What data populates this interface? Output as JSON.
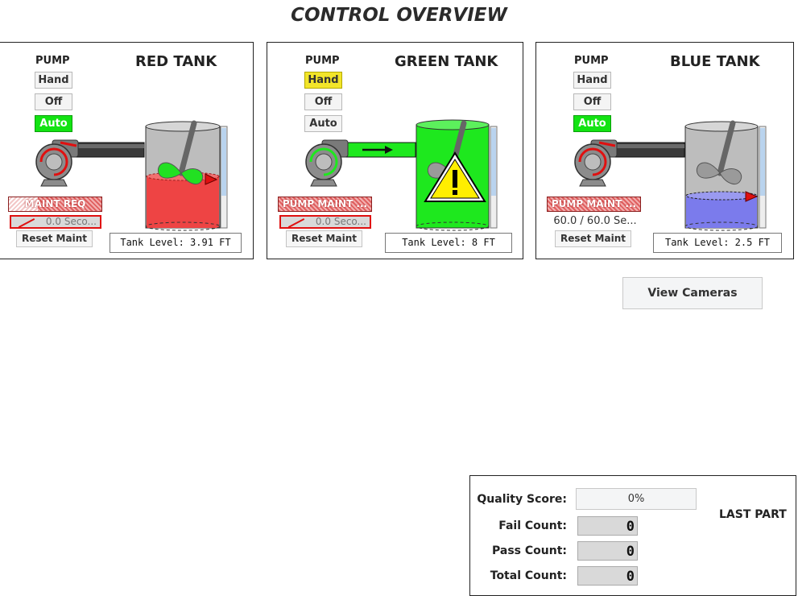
{
  "title": "CONTROL OVERVIEW",
  "tanks": [
    {
      "name": "RED TANK",
      "pump_label": "PUMP",
      "modes": [
        "Hand",
        "Off",
        "Auto"
      ],
      "active_mode": "Auto",
      "maint_status": "MAINT REQ",
      "maint_timer": "0.0 Seco...",
      "reset_label": "Reset Maint",
      "level_text": "Tank Level: 3.91 FT",
      "level_fraction": 0.49,
      "fluid_color": "#ee4444"
    },
    {
      "name": "GREEN TANK",
      "pump_label": "PUMP",
      "modes": [
        "Hand",
        "Off",
        "Auto"
      ],
      "active_mode": "Hand",
      "maint_status": "PUMP MAINT ...",
      "maint_timer": "0.0 Seco...",
      "reset_label": "Reset Maint",
      "level_text": "Tank Level: 8 FT",
      "level_fraction": 1.0,
      "fluid_color": "#1ee81e"
    },
    {
      "name": "BLUE TANK",
      "pump_label": "PUMP",
      "modes": [
        "Hand",
        "Off",
        "Auto"
      ],
      "active_mode": "Auto",
      "maint_status": "PUMP MAINT ...",
      "maint_timer": "60.0 / 60.0 Se...",
      "reset_label": "Reset Maint",
      "level_text": "Tank Level: 2.5 FT",
      "level_fraction": 0.31,
      "fluid_color": "#7b7bec"
    }
  ],
  "view_cameras_label": "View Cameras",
  "quality": {
    "score_label": "Quality Score:",
    "score_value": "0%",
    "fail_label": "Fail Count:",
    "fail_value": "0",
    "pass_label": "Pass Count:",
    "pass_value": "0",
    "total_label": "Total Count:",
    "total_value": "0",
    "last_part_label": "LAST PART"
  },
  "colors": {
    "hand_active": "#f2e52a",
    "auto_active": "#13e313",
    "alarm_red": "#e01010"
  }
}
